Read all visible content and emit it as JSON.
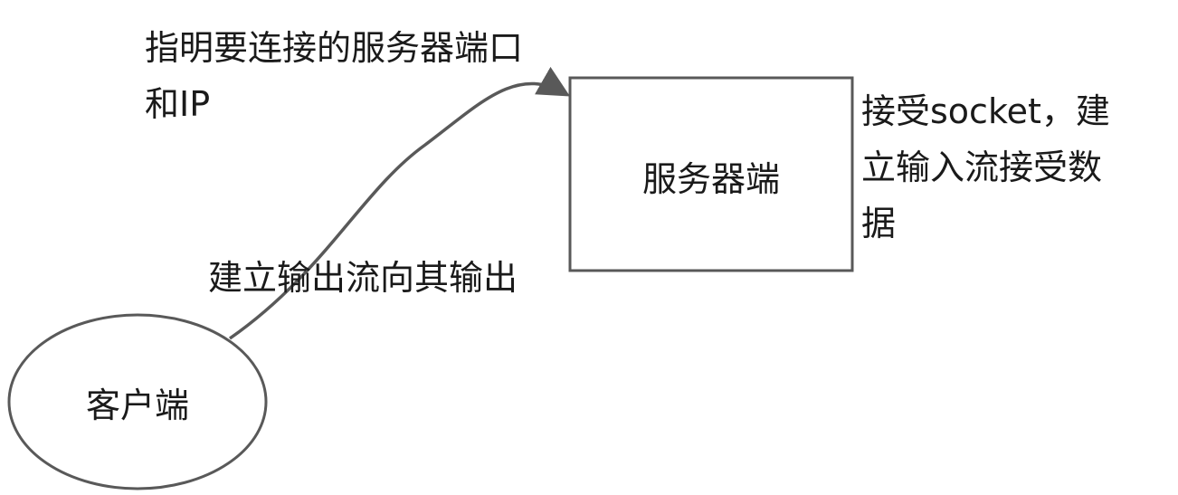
{
  "diagram": {
    "client_label": "客户端",
    "server_label": "服务器端",
    "annotations": {
      "connect_line1": "指明要连接的服务器端口",
      "connect_line2": "和IP",
      "output_stream": "建立输出流向其输出",
      "accept_line1": "接受socket，建",
      "accept_line2": "立输入流接受数",
      "accept_line3": "据"
    }
  },
  "colors": {
    "stroke": "#595959",
    "text": "#1a1a1a",
    "background": "#ffffff"
  }
}
